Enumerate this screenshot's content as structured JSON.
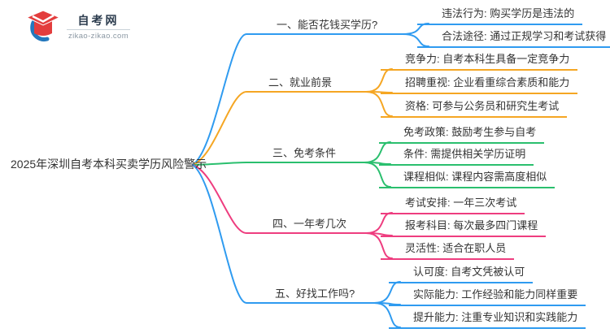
{
  "logo": {
    "title": "自考网",
    "domain": "zikao-zikao.com",
    "cap_color": "#e33d3d",
    "crescent_color": "#2478bd"
  },
  "mindmap": {
    "root": "2025年深圳自考本科买卖学历风险警示",
    "text_color": "#333333",
    "branches": [
      {
        "label": "一、能否花钱买学历?",
        "color": "#2f9bf0",
        "leaves": [
          "违法行为: 购买学历是违法的",
          "合法途径: 通过正规学习和考试获得"
        ]
      },
      {
        "label": "二、就业前景",
        "color": "#f5a623",
        "leaves": [
          "竞争力: 自考本科生具备一定竞争力",
          "招聘重视: 企业看重综合素质和能力",
          "资格: 可参与公务员和研究生考试"
        ]
      },
      {
        "label": "三、免考条件",
        "color": "#2abf6e",
        "leaves": [
          "免考政策: 鼓励考生参与自考",
          "条件: 需提供相关学历证明",
          "课程相似: 课程内容需高度相似"
        ]
      },
      {
        "label": "四、一年考几次",
        "color": "#ee3d7f",
        "leaves": [
          "考试安排: 一年三次考试",
          "报考科目: 每次最多四门课程",
          "灵活性: 适合在职人员"
        ]
      },
      {
        "label": "五、好找工作吗?",
        "color": "#2f9bf0",
        "leaves": [
          "认可度: 自考文凭被认可",
          "实际能力: 工作经验和能力同样重要",
          "提升能力: 注重专业知识和实践能力"
        ]
      }
    ]
  }
}
